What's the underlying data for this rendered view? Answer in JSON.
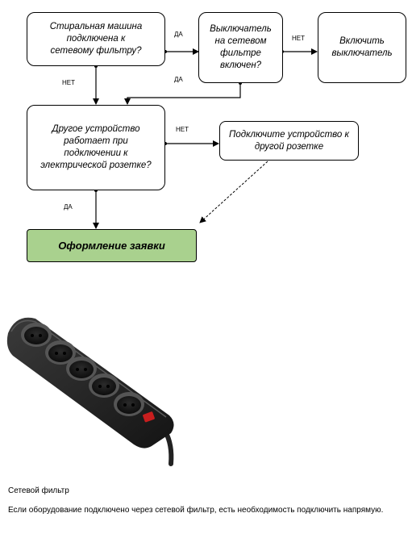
{
  "flowchart": {
    "nodes": {
      "q1": "Стиральная машина подключена к сетевому фильтру?",
      "q2": "Выключатель на сетевом фильтре включен?",
      "a_switch": "Включить выключатель",
      "q3": "Другое устройство работает при подключении к электрической розетке?",
      "a_other": "Подключите устройство к другой розетке",
      "result": "Оформление заявки"
    },
    "labels": {
      "q1_yes": "ДА",
      "q1_no": "НЕТ",
      "q2_no": "НЕТ",
      "q2_yes": "ДА",
      "q3_no": "НЕТ",
      "q3_yes": "ДА"
    },
    "colors": {
      "result_fill": "#a9d18e",
      "stroke": "#000000"
    }
  },
  "caption": {
    "title": "Сетевой фильтр",
    "text": "Если оборудование подключено через сетевой фильтр, есть необходимость подключить напрямую."
  }
}
